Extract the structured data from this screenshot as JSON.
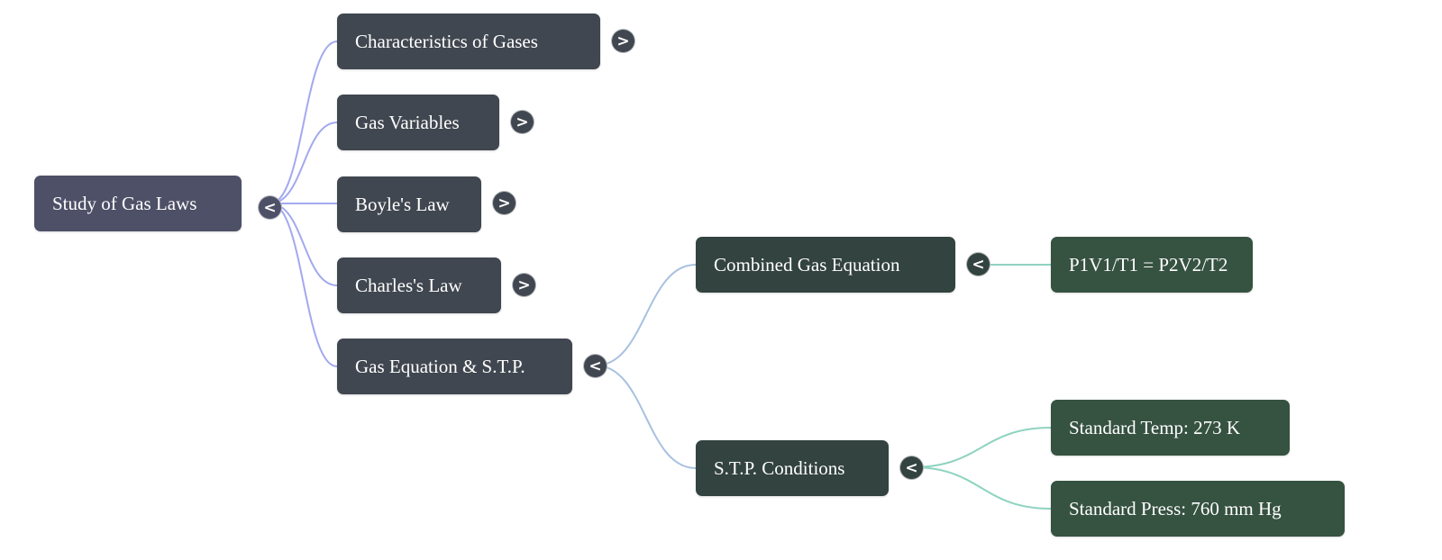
{
  "mindmap": {
    "root": {
      "label": "Study of Gas Laws",
      "toggle": "<",
      "expanded": true
    },
    "level1": [
      {
        "label": "Characteristics of Gases",
        "toggle": ">",
        "expanded": false
      },
      {
        "label": "Gas Variables",
        "toggle": ">",
        "expanded": false
      },
      {
        "label": "Boyle's Law",
        "toggle": ">",
        "expanded": false
      },
      {
        "label": "Charles's Law",
        "toggle": ">",
        "expanded": false
      },
      {
        "label": "Gas Equation & S.T.P.",
        "toggle": "<",
        "expanded": true
      }
    ],
    "level2": [
      {
        "label": "Combined Gas Equation",
        "toggle": "<",
        "expanded": true
      },
      {
        "label": "S.T.P. Conditions",
        "toggle": "<",
        "expanded": true
      }
    ],
    "level3": [
      {
        "label": "P1V1/T1 = P2V2/T2",
        "parent": "Combined Gas Equation"
      },
      {
        "label": "Standard Temp: 273 K",
        "parent": "S.T.P. Conditions"
      },
      {
        "label": "Standard Press: 760 mm Hg",
        "parent": "S.T.P. Conditions"
      }
    ]
  },
  "colors": {
    "root_node": "#4e5067",
    "level1_node": "#414750",
    "level2_node": "#33433f",
    "level3_node": "#365241",
    "root_links": "#a3a9ee",
    "level1_links": "#a8c1e0",
    "level2_links": "#8fd3c1"
  }
}
